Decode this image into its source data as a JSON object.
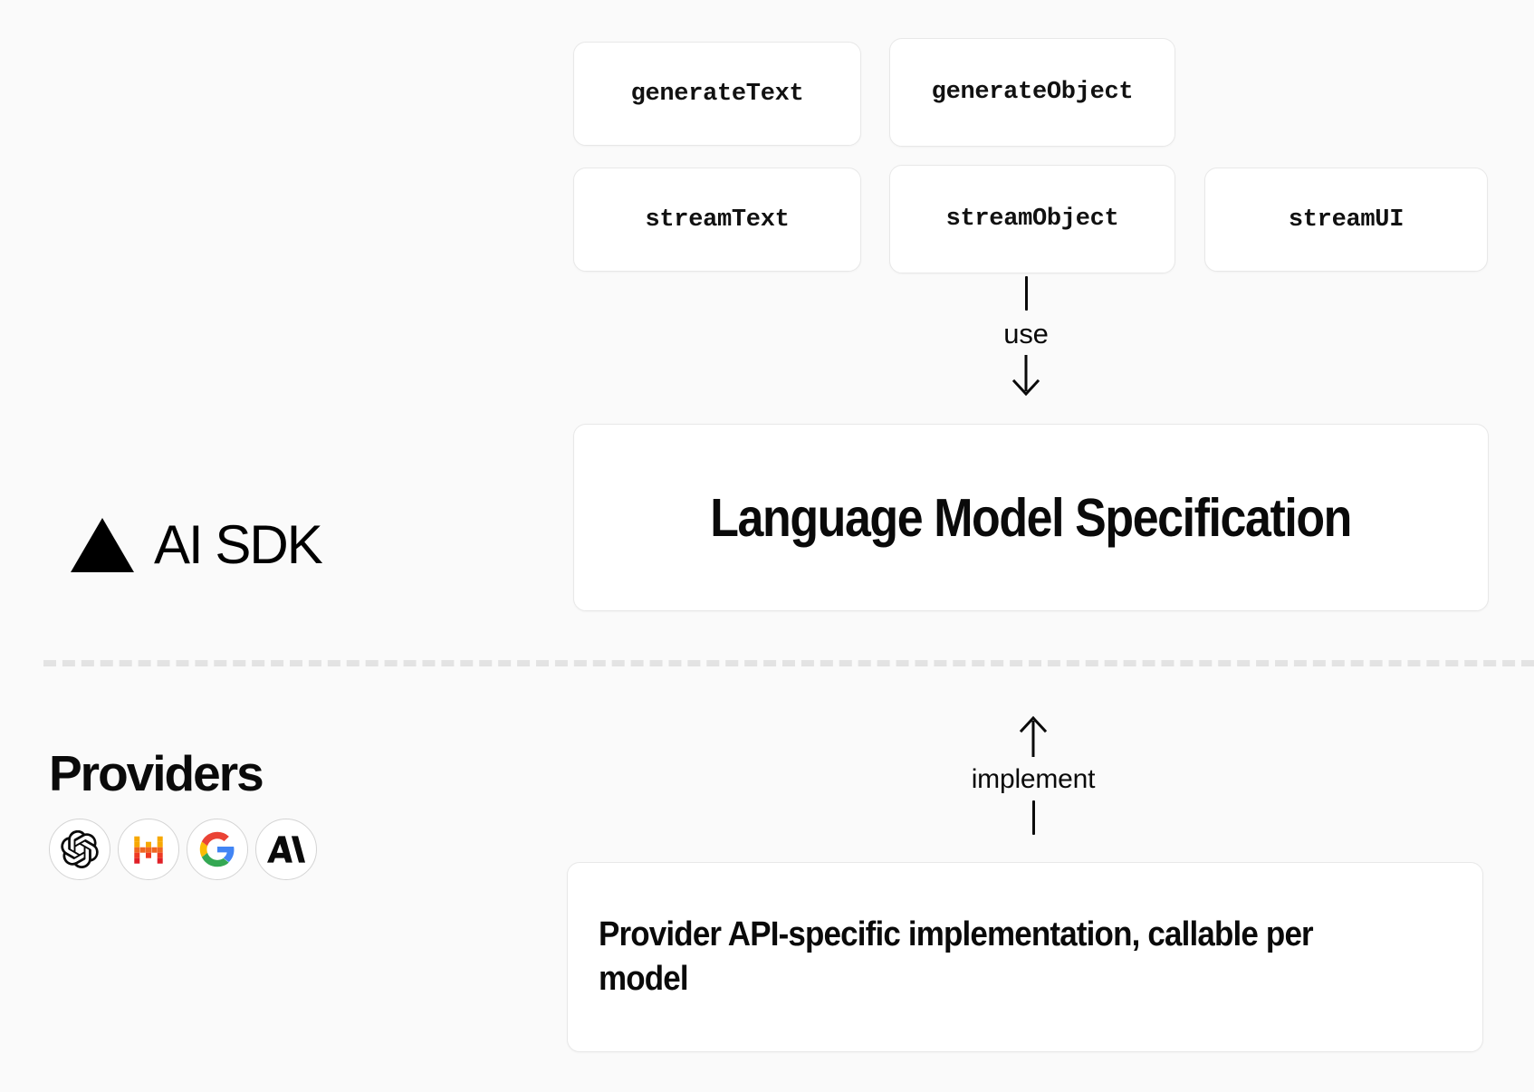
{
  "diagram": {
    "title": "AI SDK architecture",
    "background_color": "#fafafa",
    "card_border_color": "#e8e8e8",
    "divider_color": "#e3e3e3",
    "text_color": "#0a0a0a"
  },
  "api_cards": [
    {
      "id": "generate-text",
      "label": "generateText"
    },
    {
      "id": "generate-object",
      "label": "generateObject"
    },
    {
      "id": "stream-text",
      "label": "streamText"
    },
    {
      "id": "stream-object",
      "label": "streamObject"
    },
    {
      "id": "stream-ui",
      "label": "streamUI"
    }
  ],
  "connectors": {
    "use": {
      "label": "use",
      "direction": "down"
    },
    "implement": {
      "label": "implement",
      "direction": "up"
    }
  },
  "boxes": {
    "specification": {
      "title": "Language Model Specification"
    },
    "provider_implementation": {
      "text": "Provider API-specific implementation, callable per model"
    }
  },
  "left_labels": {
    "ai_sdk": {
      "text": "AI SDK",
      "logo": "vercel-triangle-icon"
    },
    "providers": {
      "title": "Providers",
      "icons": [
        {
          "id": "openai",
          "name": "openai-icon",
          "label": "OpenAI"
        },
        {
          "id": "mistral",
          "name": "mistral-icon",
          "label": "Mistral"
        },
        {
          "id": "google",
          "name": "google-icon",
          "label": "Google"
        },
        {
          "id": "anthropic",
          "name": "anthropic-icon",
          "label": "Anthropic"
        }
      ]
    }
  }
}
